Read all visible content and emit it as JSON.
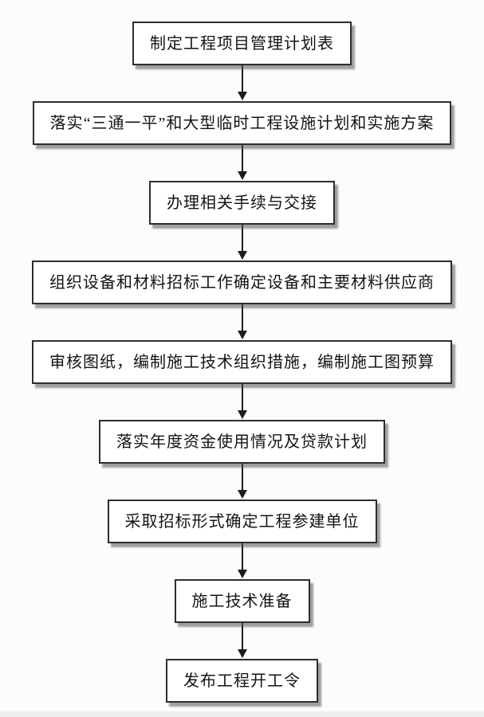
{
  "diagram": {
    "type": "flowchart",
    "direction": "top-down"
  },
  "nodes": [
    {
      "id": 1,
      "label": "制定工程项目管理计划表"
    },
    {
      "id": 2,
      "label": "落实“三通一平”和大型临时工程设施计划和实施方案"
    },
    {
      "id": 3,
      "label": "办理相关手续与交接"
    },
    {
      "id": 4,
      "label": "组织设备和材料招标工作确定设备和主要材料供应商"
    },
    {
      "id": 5,
      "label": "审核图纸，编制施工技术组织措施，编制施工图预算"
    },
    {
      "id": 6,
      "label": "落实年度资金使用情况及贷款计划"
    },
    {
      "id": 7,
      "label": "采取招标形式确定工程参建单位"
    },
    {
      "id": 8,
      "label": "施工技术准备"
    },
    {
      "id": 9,
      "label": "发布工程开工令"
    }
  ],
  "edges": [
    {
      "from": 1,
      "to": 2
    },
    {
      "from": 2,
      "to": 3
    },
    {
      "from": 3,
      "to": 4
    },
    {
      "from": 4,
      "to": 5
    },
    {
      "from": 5,
      "to": 6
    },
    {
      "from": 6,
      "to": 7
    },
    {
      "from": 7,
      "to": 8
    },
    {
      "from": 8,
      "to": 9
    }
  ],
  "colors": {
    "background": "#fcfcfb",
    "box_fill": "#ffffff",
    "box_border": "#2e2e2e",
    "box_shadow": "#8a8a8a",
    "arrow": "#1c1c1c",
    "text": "#141414"
  }
}
